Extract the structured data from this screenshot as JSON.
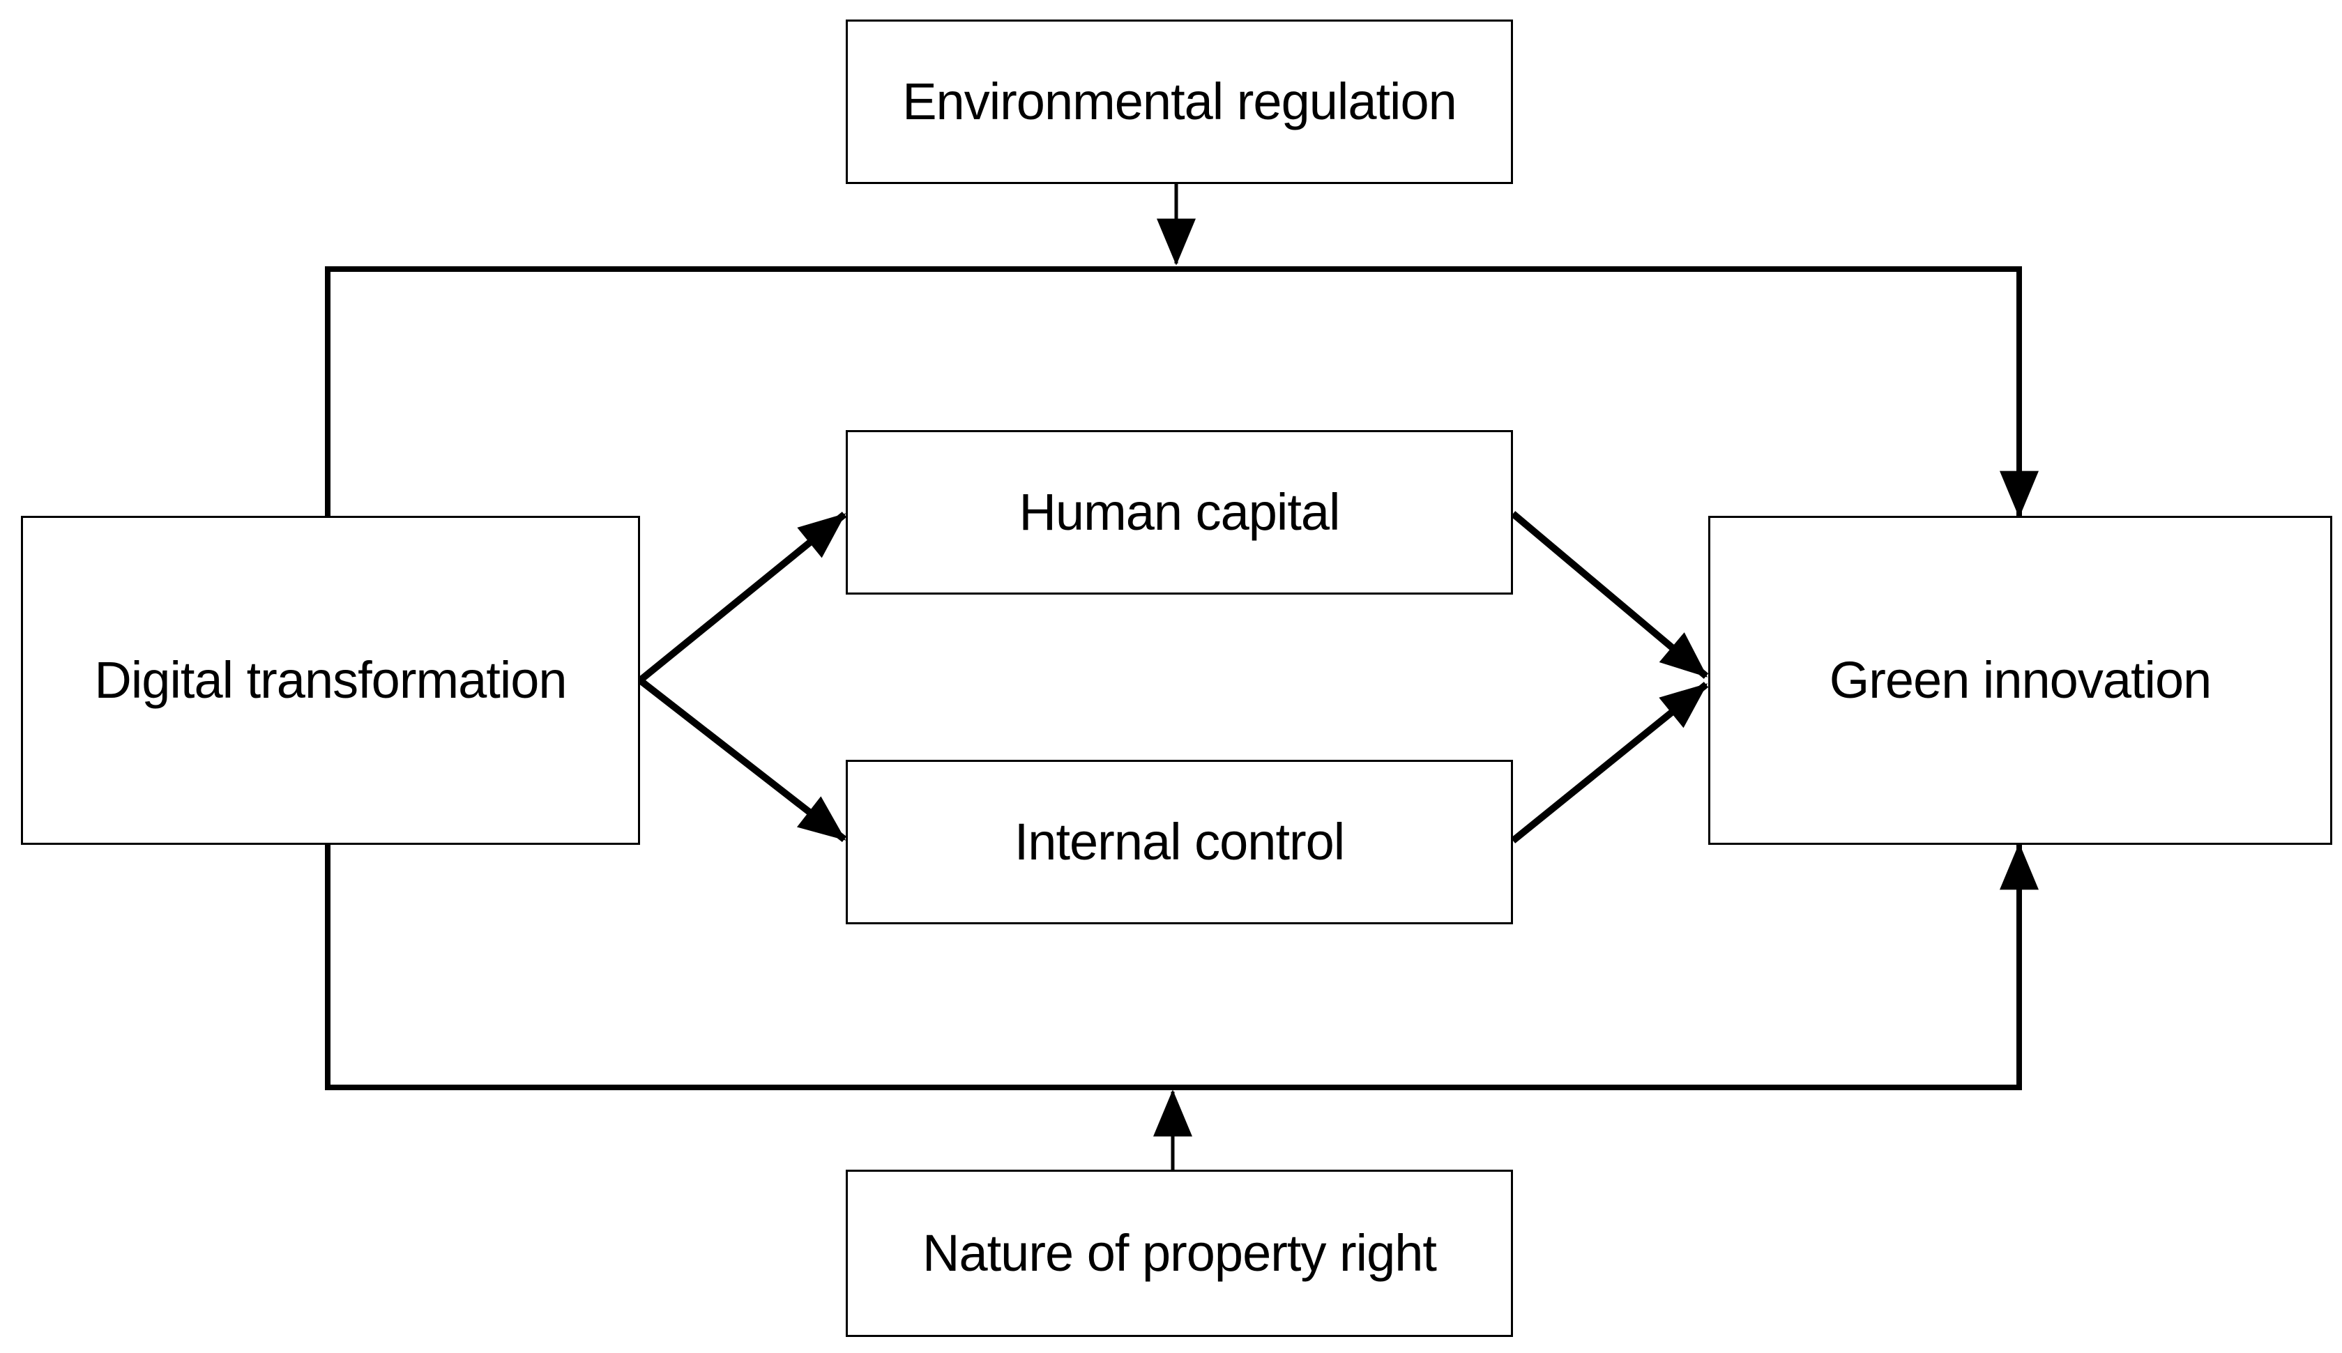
{
  "nodes": {
    "environmental_regulation": {
      "label": "Environmental regulation"
    },
    "human_capital": {
      "label": "Human capital"
    },
    "internal_control": {
      "label": "Internal control"
    },
    "nature_of_property_right": {
      "label": "Nature of property right"
    },
    "digital_transformation": {
      "label": "Digital transformation"
    },
    "green_innovation": {
      "label": "Green innovation"
    }
  },
  "edges": [
    {
      "from": "digital_transformation",
      "to": "human_capital",
      "style": "arrow"
    },
    {
      "from": "digital_transformation",
      "to": "internal_control",
      "style": "arrow"
    },
    {
      "from": "human_capital",
      "to": "green_innovation",
      "style": "arrow"
    },
    {
      "from": "internal_control",
      "to": "green_innovation",
      "style": "arrow"
    },
    {
      "from": "digital_transformation",
      "to": "green_innovation",
      "style": "arrow",
      "via": "top_moderation_path"
    },
    {
      "from": "digital_transformation",
      "to": "green_innovation",
      "style": "arrow",
      "via": "bottom_moderation_path"
    },
    {
      "from": "environmental_regulation",
      "to": "top_moderation_path",
      "style": "moderator-arrow"
    },
    {
      "from": "nature_of_property_right",
      "to": "bottom_moderation_path",
      "style": "moderator-arrow"
    }
  ],
  "colors": {
    "background": "#ffffff",
    "box_fill": "#ffffff",
    "box_border": "#000000",
    "line": "#000000",
    "text": "#000000"
  }
}
